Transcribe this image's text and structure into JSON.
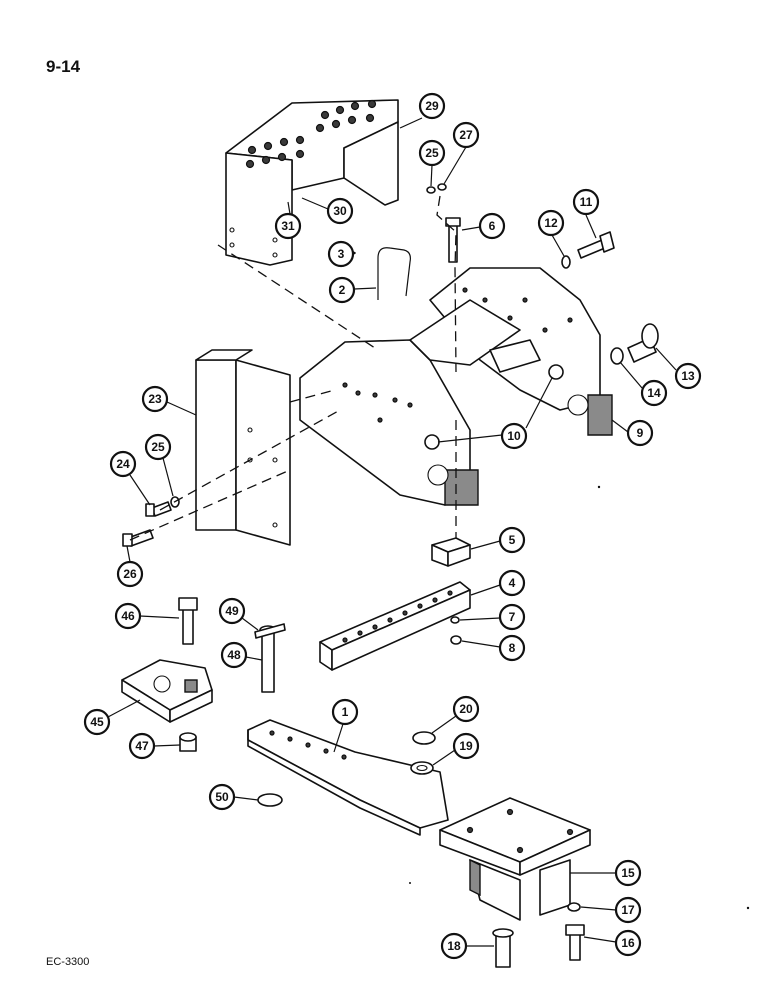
{
  "page_number": "9-14",
  "footer_code": "EC-3300",
  "callouts": [
    "29",
    "27",
    "25",
    "11",
    "12",
    "6",
    "30",
    "31",
    "3",
    "2",
    "13",
    "14",
    "23",
    "9",
    "10",
    "25",
    "24",
    "26",
    "5",
    "4",
    "7",
    "8",
    "46",
    "49",
    "48",
    "45",
    "47",
    "1",
    "20",
    "19",
    "50",
    "15",
    "17",
    "18",
    "16"
  ]
}
